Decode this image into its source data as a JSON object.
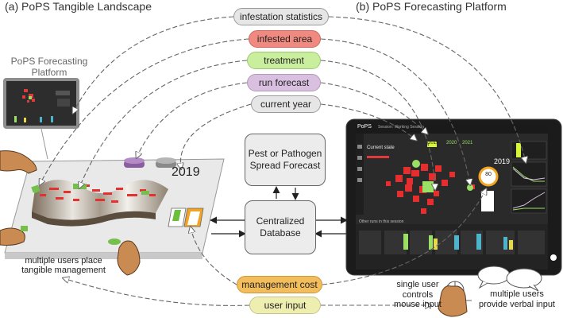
{
  "panel_a": {
    "title": "(a) PoPS Tangible Landscape"
  },
  "panel_b": {
    "title": "(b) PoPS Forecasting Platform"
  },
  "mini_screen": {
    "label_1": "PoPS Forecasting",
    "label_2": "Platform"
  },
  "landscape": {
    "year": "2019"
  },
  "pills": [
    {
      "label": "infestation statistics",
      "color": "#e6e6e6"
    },
    {
      "label": "infested area",
      "color": "#f08a80"
    },
    {
      "label": "treatment",
      "color": "#c9ee9e"
    },
    {
      "label": "run forecast",
      "color": "#d9bfe0"
    },
    {
      "label": "current year",
      "color": "#e6e6e6"
    },
    {
      "label": "management cost",
      "color": "#f3bd5c"
    },
    {
      "label": "user input",
      "color": "#eeeeb0"
    }
  ],
  "boxes": {
    "forecast_1": "Pest or Pathogen",
    "forecast_2": "Spread Forecast",
    "database_1": "Centralized",
    "database_2": "Database"
  },
  "captions": {
    "place_1": "multiple users place",
    "place_2": "tangible management",
    "single_1": "single user",
    "single_2": "controls",
    "single_3": "mouse input",
    "multi_1": "multiple users",
    "multi_2": "provide verbal input"
  },
  "tablet": {
    "app_logo": "PoPS",
    "app_tab": "Session: Working Session",
    "current_state": "Current state",
    "year_current": "2019",
    "year_next": "2020",
    "year_last": "2021",
    "year_display": "2019",
    "budget_value": "80",
    "other_runs": "Other runs in this session"
  }
}
